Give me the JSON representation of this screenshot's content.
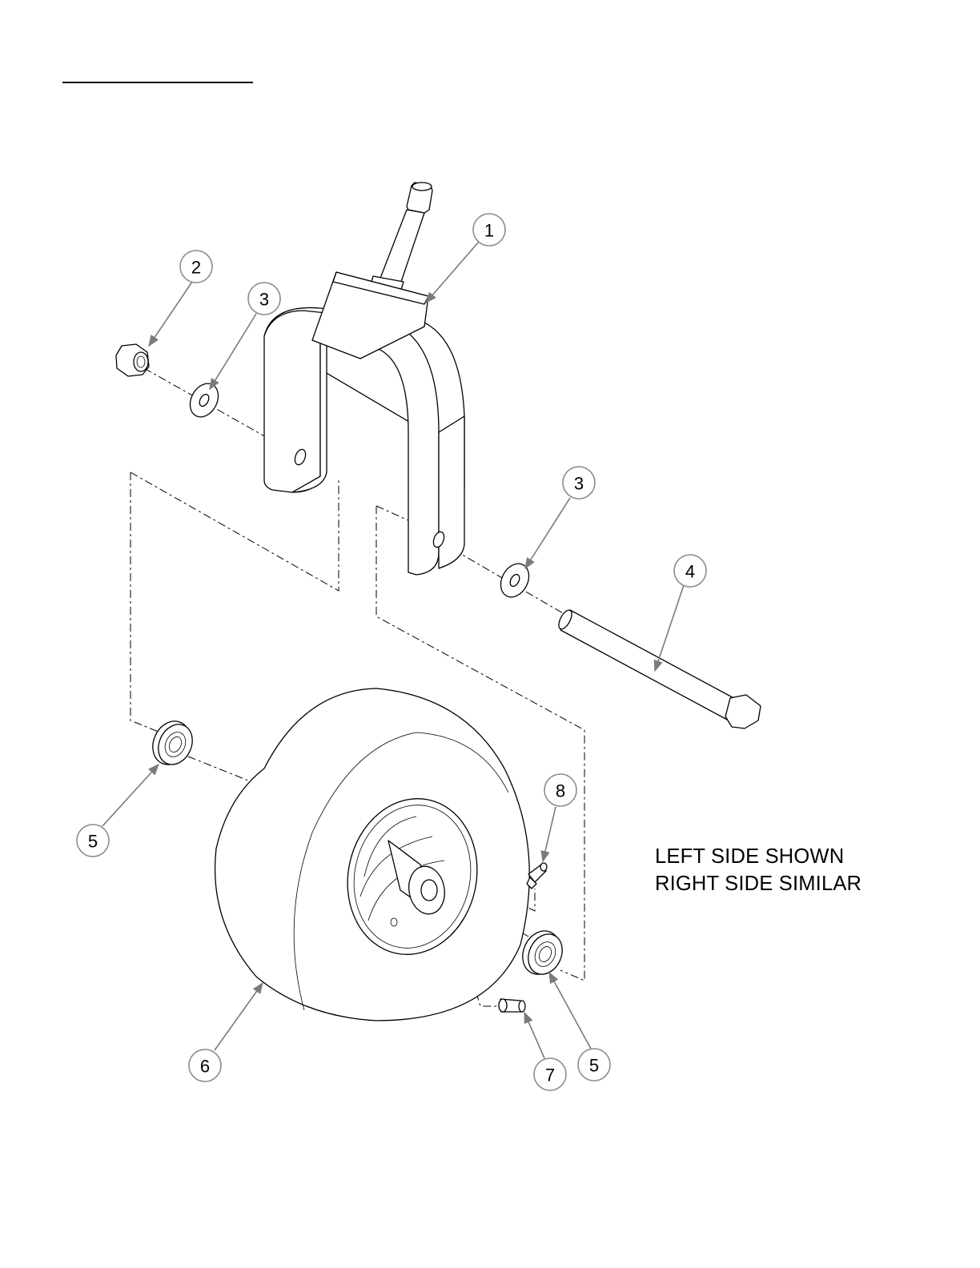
{
  "note": {
    "line1": "LEFT SIDE SHOWN",
    "line2": "RIGHT SIDE SIMILAR"
  },
  "callouts": [
    {
      "id": "fork",
      "number": "1"
    },
    {
      "id": "nut",
      "number": "2"
    },
    {
      "id": "washer-upper",
      "number": "3"
    },
    {
      "id": "washer-lower",
      "number": "3"
    },
    {
      "id": "bolt",
      "number": "4"
    },
    {
      "id": "bearing-left",
      "number": "5"
    },
    {
      "id": "bearing-right",
      "number": "5"
    },
    {
      "id": "wheel",
      "number": "6"
    },
    {
      "id": "valve-stem",
      "number": "7"
    },
    {
      "id": "grease-fitting",
      "number": "8"
    }
  ],
  "colors": {
    "line": "#000000",
    "callout_stroke": "#8c8c8c",
    "leader": "#7a7a7a",
    "background": "#ffffff"
  }
}
